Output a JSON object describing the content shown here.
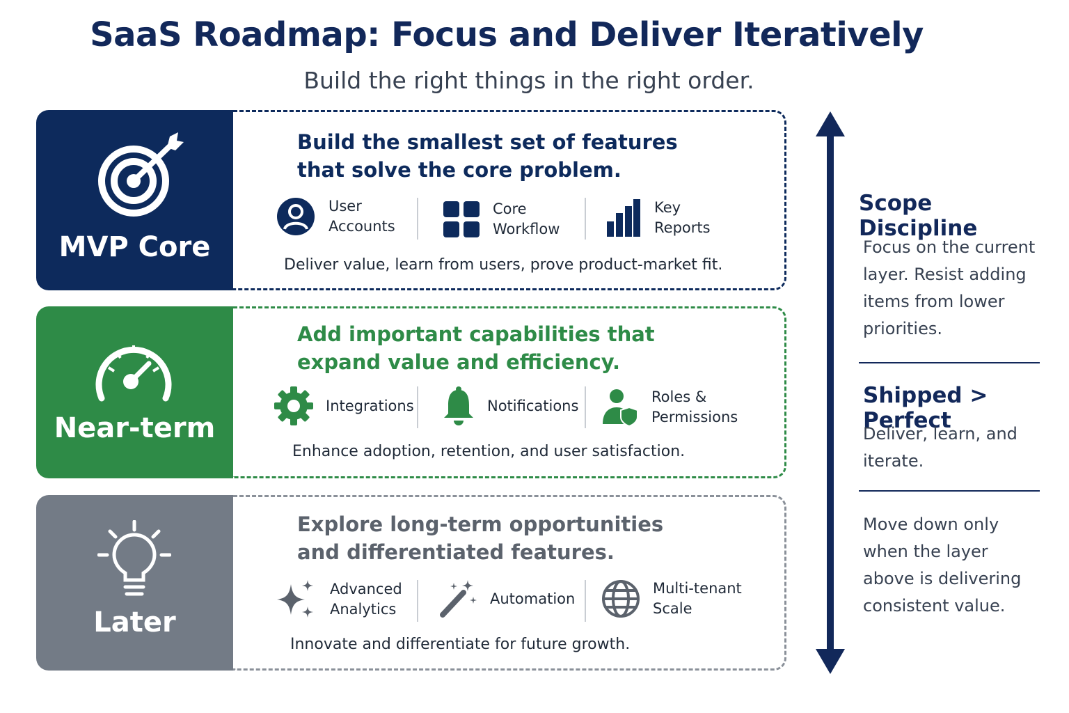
{
  "title": "SaaS Roadmap: Focus and Deliver Iteratively",
  "subtitle": "Build the right things in the right order.",
  "colors": {
    "navy": "#0d2a5c",
    "green": "#2e8b47",
    "gray": "#737b86"
  },
  "layers": [
    {
      "label": "MVP Core",
      "icon": "target-icon",
      "headline_1": "Build the smallest set of features",
      "headline_2": "that solve the core problem.",
      "features": [
        {
          "icon": "user-icon",
          "text": "User\nAccounts"
        },
        {
          "icon": "grid-icon",
          "text": "Core\nWorkflow"
        },
        {
          "icon": "bar-chart-icon",
          "text": "Key\nReports"
        }
      ],
      "tagline": "Deliver value, learn from users, prove product-market fit."
    },
    {
      "label": "Near-term",
      "icon": "speedometer-icon",
      "headline_1": "Add important capabilities that",
      "headline_2": "expand value and efficiency.",
      "features": [
        {
          "icon": "gear-icon",
          "text": "Integrations"
        },
        {
          "icon": "bell-icon",
          "text": "Notifications"
        },
        {
          "icon": "user-shield-icon",
          "text": "Roles &\nPermissions"
        }
      ],
      "tagline": "Enhance adoption, retention, and user satisfaction."
    },
    {
      "label": "Later",
      "icon": "lightbulb-icon",
      "headline_1": "Explore long-term opportunities",
      "headline_2": "and differentiated features.",
      "features": [
        {
          "icon": "sparkles-icon",
          "text": "Advanced\nAnalytics"
        },
        {
          "icon": "magic-wand-icon",
          "text": "Automation"
        },
        {
          "icon": "globe-icon",
          "text": "Multi-tenant\nScale"
        }
      ],
      "tagline": "Innovate and differentiate for future growth."
    }
  ],
  "side": {
    "scope_heading": "Scope Discipline",
    "scope_text": "Focus on the current layer. Resist adding items from lower priorities.",
    "shipped_heading": "Shipped > Perfect",
    "shipped_text": "Deliver, learn, and iterate.",
    "move_text": "Move down only when the layer above is delivering consistent value."
  }
}
